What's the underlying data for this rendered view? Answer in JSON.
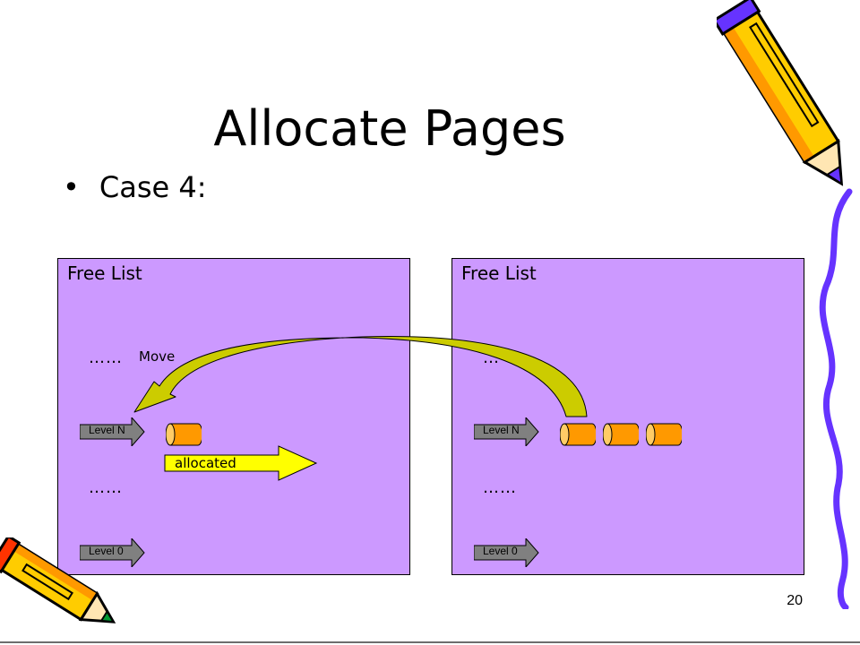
{
  "slide": {
    "title": "Allocate Pages",
    "bullet_marker": "•",
    "bullet_text": "Case 4:",
    "page_number": "20"
  },
  "left_panel": {
    "title": "Free List",
    "top_dots": "……",
    "move_label": "Move",
    "level_n": "Level N",
    "mid_dots": "……",
    "allocated_label": "allocated",
    "level_0": "Level 0"
  },
  "right_panel": {
    "title": "Free List",
    "top_dots": "…",
    "level_n": "Level N",
    "mid_dots": "……",
    "level_0": "Level 0"
  },
  "colors": {
    "panel_fill": "#cc99ff",
    "block_fill": "#ff9900",
    "arrow_fill": "#ffff00",
    "curved_arrow_fill": "#cccc00",
    "level_arrow_fill": "#808080",
    "pencil_yellow": "#ffcc00",
    "pencil_purple": "#6633ff"
  },
  "icons": [
    "pencil-icon",
    "pencil-icon",
    "squiggle-line"
  ]
}
